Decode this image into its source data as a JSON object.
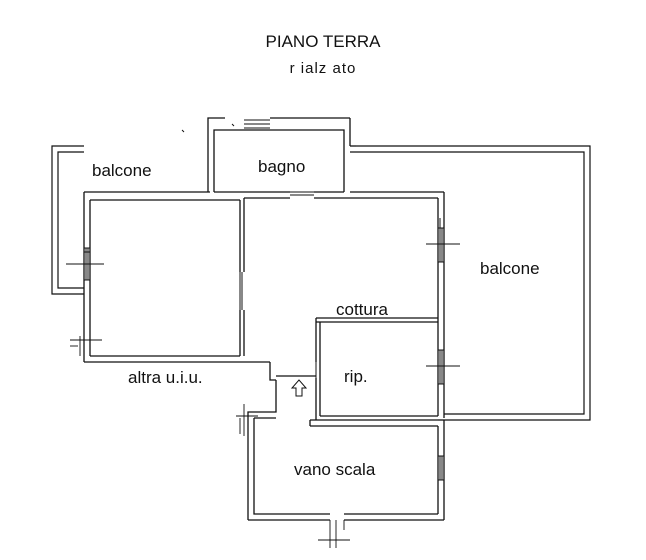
{
  "title": "PIANO TERRA",
  "subtitle": "r ialz ato",
  "rooms": {
    "balcone_left": "balcone",
    "bagno": "bagno",
    "balcone_right": "balcone",
    "cottura": "cottura",
    "altra_uiu": "altra u.i.u.",
    "rip": "rip.",
    "vano_scala": "vano scala"
  }
}
